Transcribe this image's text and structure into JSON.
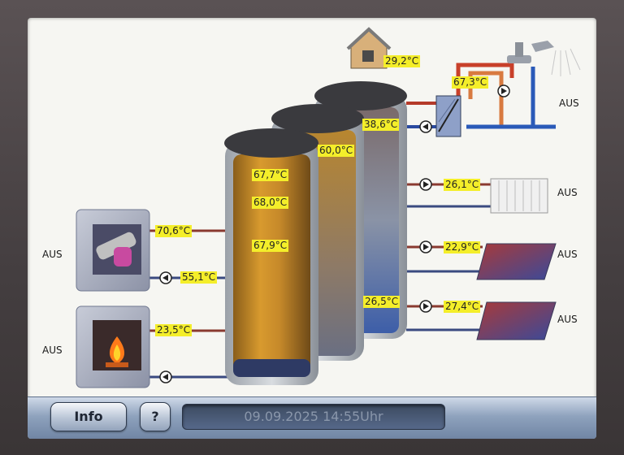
{
  "house": {
    "temp": "29,2°C"
  },
  "dhw": {
    "temp_hot": "67,3°C",
    "temp_exchanger": "38,6°C",
    "status": "AUS"
  },
  "tanks": {
    "tank1_top": "67,7°C",
    "tank1_mid": "68,0°C",
    "tank1_low": "67,9°C",
    "tank2_top": "60,0°C",
    "tank3_low": "26,5°C"
  },
  "boiler_pellet": {
    "flow": "70,6°C",
    "return": "55,1°C",
    "status": "AUS"
  },
  "boiler_wood": {
    "flow": "23,5°C",
    "status": "AUS"
  },
  "circuits": [
    {
      "name": "radiator",
      "temp": "26,1°C",
      "status": "AUS"
    },
    {
      "name": "floor-1",
      "temp": "22,9°C",
      "status": "AUS"
    },
    {
      "name": "floor-2",
      "temp": "27,4°C",
      "status": "AUS"
    }
  ],
  "footer": {
    "info_label": "Info",
    "help_label": "?",
    "datetime": "09.09.2025  14:55Uhr"
  },
  "colors": {
    "hot_pipe": "#b53a2a",
    "cold_pipe": "#2a4aa0",
    "label_bg": "#f4ee2a",
    "screen_bg": "#f6f6f2"
  }
}
